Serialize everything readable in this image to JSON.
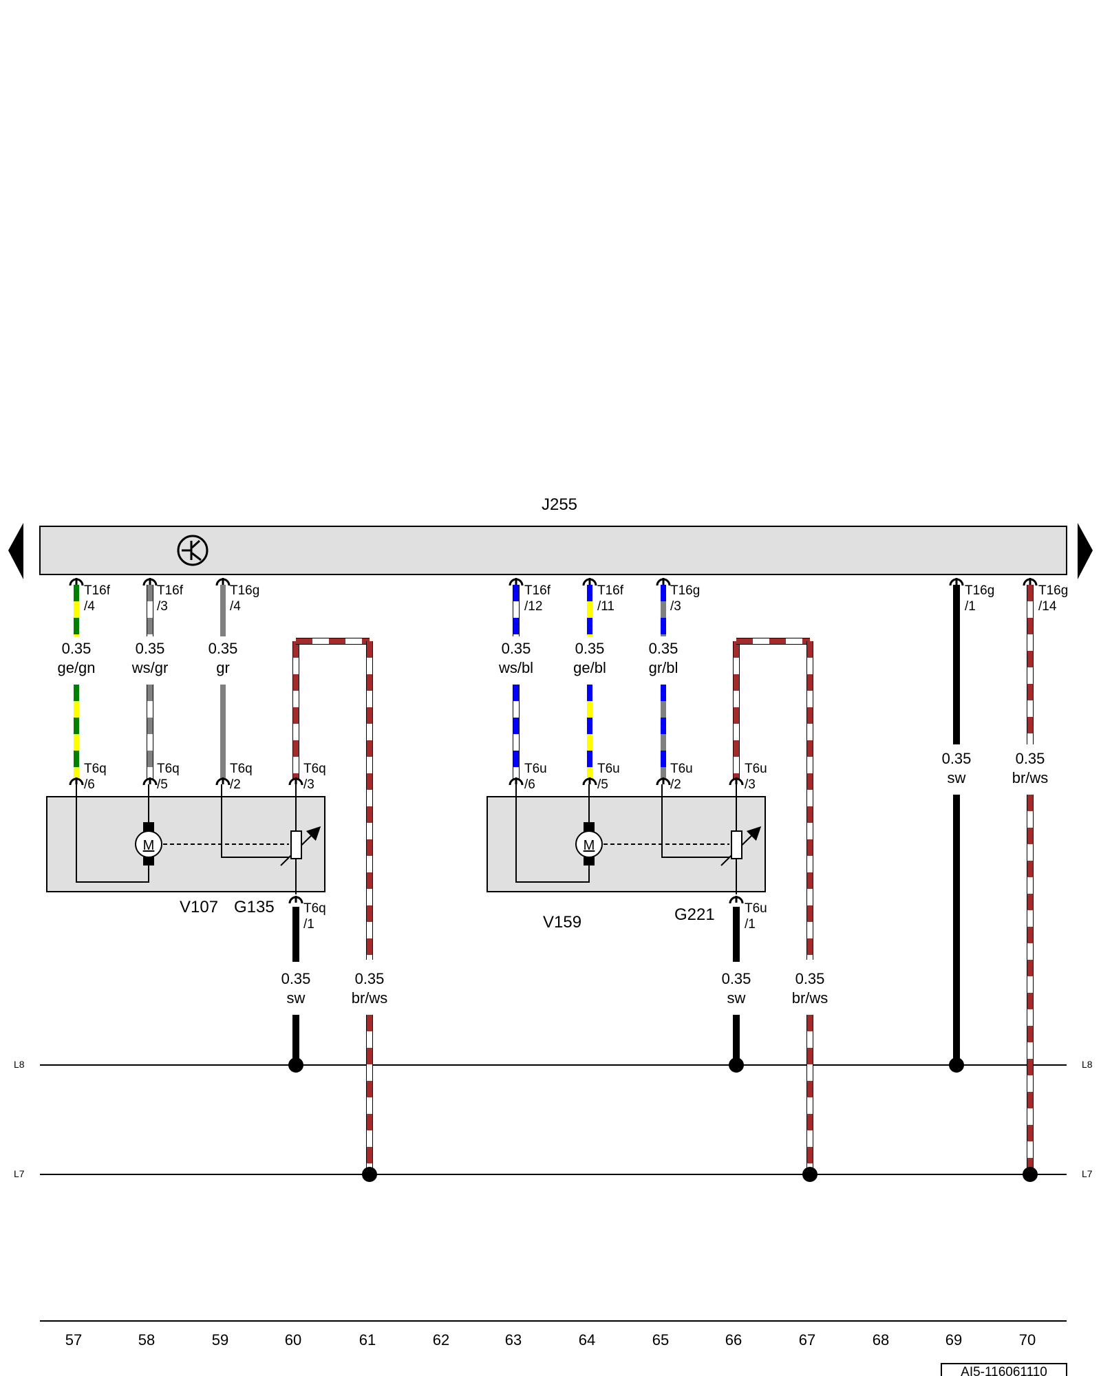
{
  "control_unit": {
    "label": "J255"
  },
  "bus_labels": {
    "l8": "L8",
    "l7": "L7"
  },
  "colors": {
    "ge": "#ffff00",
    "gn": "#008000",
    "ws": "#ffffff",
    "gr": "#808080",
    "bl": "#0000ff",
    "sw": "#000000",
    "br": "#a52a2a",
    "housing": "#e0e0e0"
  },
  "components": {
    "v107": "V107",
    "g135": "G135",
    "v159": "V159",
    "g221": "G221",
    "motor_symbol": "M"
  },
  "connectors": {
    "t16f_4": [
      "T16f",
      "/4"
    ],
    "t16f_3": [
      "T16f",
      "/3"
    ],
    "t16g_4": [
      "T16g",
      "/4"
    ],
    "t16f_12": [
      "T16f",
      "/12"
    ],
    "t16f_11": [
      "T16f",
      "/11"
    ],
    "t16g_3": [
      "T16g",
      "/3"
    ],
    "t16g_1": [
      "T16g",
      "/1"
    ],
    "t16g_14": [
      "T16g",
      "/14"
    ],
    "t6q_6": [
      "T6q",
      "/6"
    ],
    "t6q_5": [
      "T6q",
      "/5"
    ],
    "t6q_2": [
      "T6q",
      "/2"
    ],
    "t6q_3": [
      "T6q",
      "/3"
    ],
    "t6q_1": [
      "T6q",
      "/1"
    ],
    "t6u_6": [
      "T6u",
      "/6"
    ],
    "t6u_5": [
      "T6u",
      "/5"
    ],
    "t6u_2": [
      "T6u",
      "/2"
    ],
    "t6u_3": [
      "T6u",
      "/3"
    ],
    "t6u_1": [
      "T6u",
      "/1"
    ]
  },
  "wires": {
    "w57": [
      "0.35",
      "ge/gn"
    ],
    "w58": [
      "0.35",
      "ws/gr"
    ],
    "w59": [
      "0.35",
      "gr"
    ],
    "w60": [
      "0.35",
      "sw"
    ],
    "w61": [
      "0.35",
      "br/ws"
    ],
    "w63": [
      "0.35",
      "ws/bl"
    ],
    "w64": [
      "0.35",
      "ge/bl"
    ],
    "w65": [
      "0.35",
      "gr/bl"
    ],
    "w66": [
      "0.35",
      "sw"
    ],
    "w67": [
      "0.35",
      "br/ws"
    ],
    "w69": [
      "0.35",
      "sw"
    ],
    "w70": [
      "0.35",
      "br/ws"
    ]
  },
  "column_numbers": [
    "57",
    "58",
    "59",
    "60",
    "61",
    "62",
    "63",
    "64",
    "65",
    "66",
    "67",
    "68",
    "69",
    "70"
  ],
  "document_id": "AI5-116061110"
}
